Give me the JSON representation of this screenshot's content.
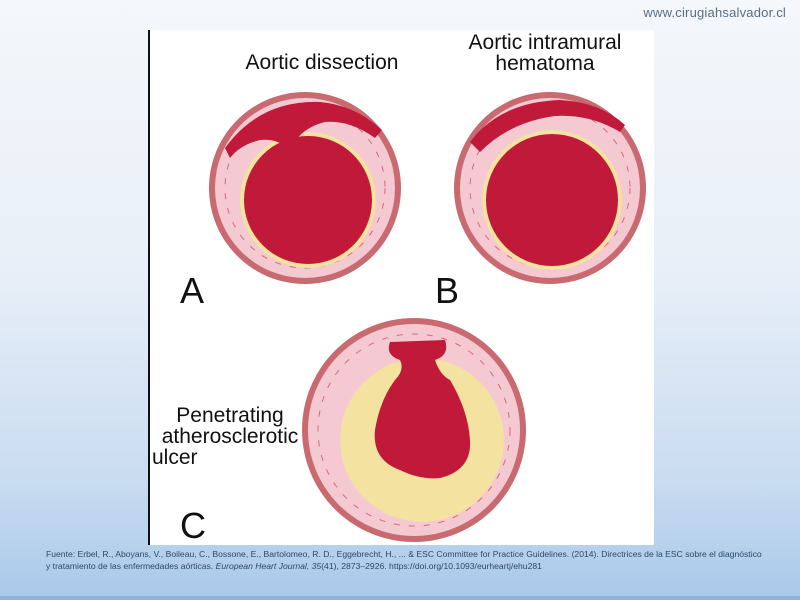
{
  "header": {
    "website": "www.cirugiahsalvador.cl"
  },
  "figure": {
    "panels": [
      {
        "letter": "A",
        "title": "Aortic dissection"
      },
      {
        "letter": "B",
        "title_line1": "Aortic intramural",
        "title_line2": "hematoma"
      },
      {
        "letter": "C",
        "title_line1": "Penetrating",
        "title_line2": "atherosclerotic",
        "title_line3": "ulcer"
      }
    ]
  },
  "footer": {
    "citation_part1": "Fuente: Erbel, R., Aboyans, V., Boileau, C., Bossone, E., Bartolomeo, R. D., Eggebrecht, H., ... & ESC Committee for Practice Guidelines. (2014). Directrices de la ESC sobre el diagnóstico y tratamiento de las enfermedades aórticas.",
    "journal": "European Heart Journal, 35",
    "citation_part2": "(41), 2873–2926. https://doi.org/10.1093/eurheartj/ehu281"
  },
  "colors": {
    "blood": "#c0193a",
    "wall": "#f4c9d2",
    "adventitia": "#c86a70",
    "intima": "#f3e2a0"
  }
}
